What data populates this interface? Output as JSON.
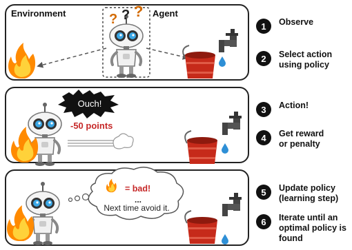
{
  "panel1": {
    "environment_label": "Environment",
    "agent_label": "Agent",
    "question_marks": [
      "?",
      "?",
      "?"
    ]
  },
  "panel2": {
    "ouch_text": "Ouch!",
    "points_text": "-50 points"
  },
  "panel3": {
    "bubble_bad": "= bad!",
    "bubble_dots": "...",
    "bubble_advice": "Next time avoid it."
  },
  "steps": [
    {
      "number": "1",
      "label": "Observe"
    },
    {
      "number": "2",
      "label": "Select action\nusing policy"
    },
    {
      "number": "3",
      "label": "Action!"
    },
    {
      "number": "4",
      "label": "Get reward\nor penalty"
    },
    {
      "number": "5",
      "label": "Update policy\n(learning step)"
    },
    {
      "number": "6",
      "label": "Iterate until an\noptimal policy is\nfound"
    }
  ],
  "icons": [
    "robot-icon",
    "fire-icon",
    "bucket-icon",
    "faucet-icon",
    "water-drop-icon",
    "speech-burst-icon",
    "thought-cloud-icon",
    "question-mark-icon",
    "dashed-arrow-icon",
    "dust-trail-icon"
  ],
  "colors": {
    "fire_outer": "#ff8a00",
    "fire_inner": "#ffd23a",
    "bucket": "#c62a1a",
    "robot_eye": "#3aa7e6",
    "penalty_text": "#c62828",
    "bubble_bad_text": "#c62828"
  }
}
